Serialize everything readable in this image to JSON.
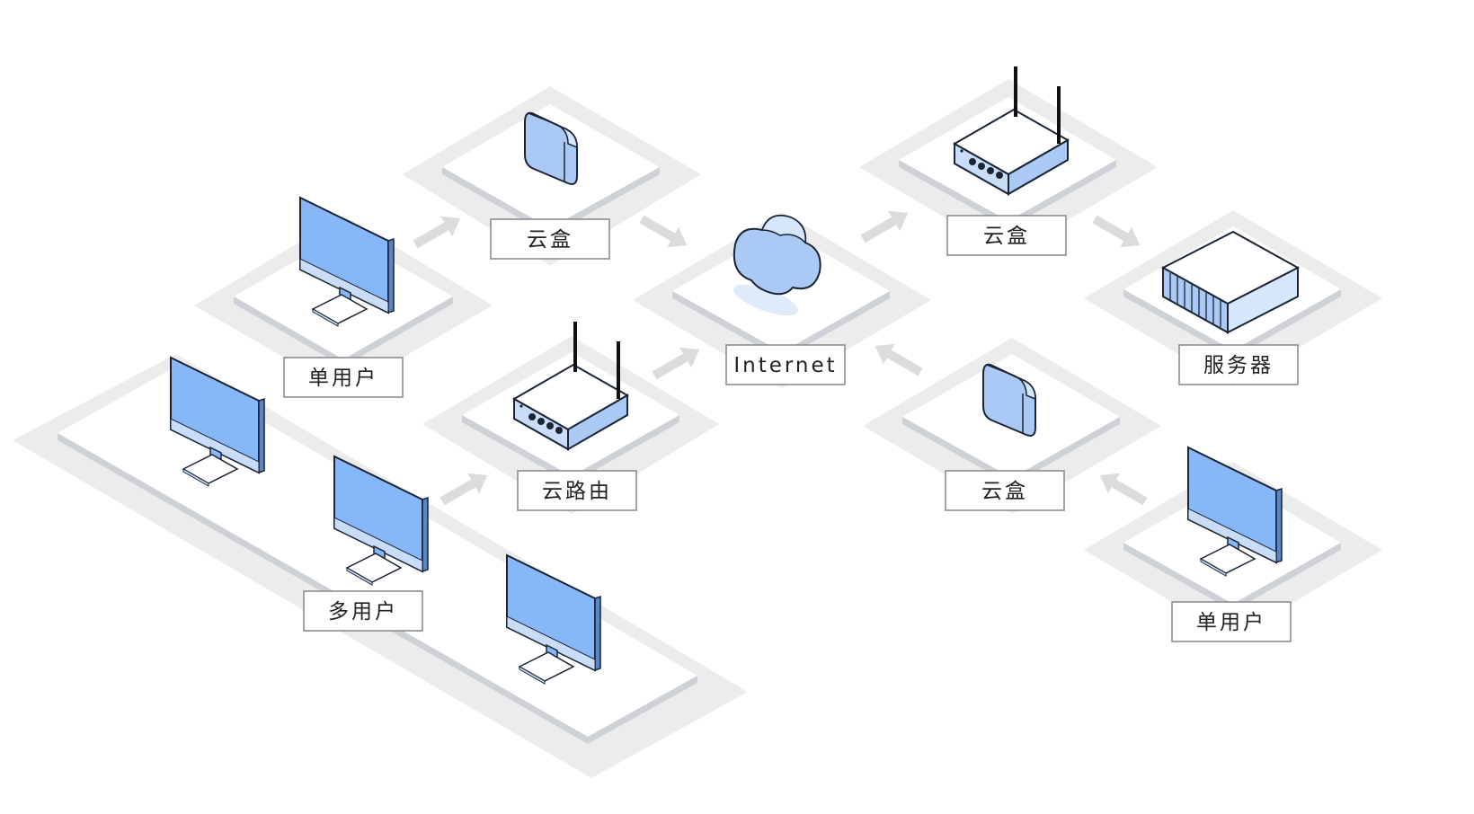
{
  "labels": {
    "single_user_left": "单用户",
    "multi_user": "多用户",
    "cloud_box_top": "云盒",
    "cloud_router": "云路由",
    "internet": "Internet",
    "cloud_box_right_top": "云盒",
    "server": "服务器",
    "cloud_box_right_bottom": "云盒",
    "single_user_right": "单用户"
  },
  "colors": {
    "screen": "#86b7f8",
    "device_light": "#c9dcf8",
    "device_mid": "#aac9f4",
    "platform_shadow": "#ececec",
    "platform_top": "#ffffff",
    "platform_edge": "#cfd1d8",
    "arrow": "#dcdcdc",
    "outline": "#1b2433"
  },
  "icons": [
    "monitor-icon",
    "cloud-box-icon",
    "router-icon",
    "cloud-icon",
    "server-icon",
    "arrow-icon"
  ]
}
